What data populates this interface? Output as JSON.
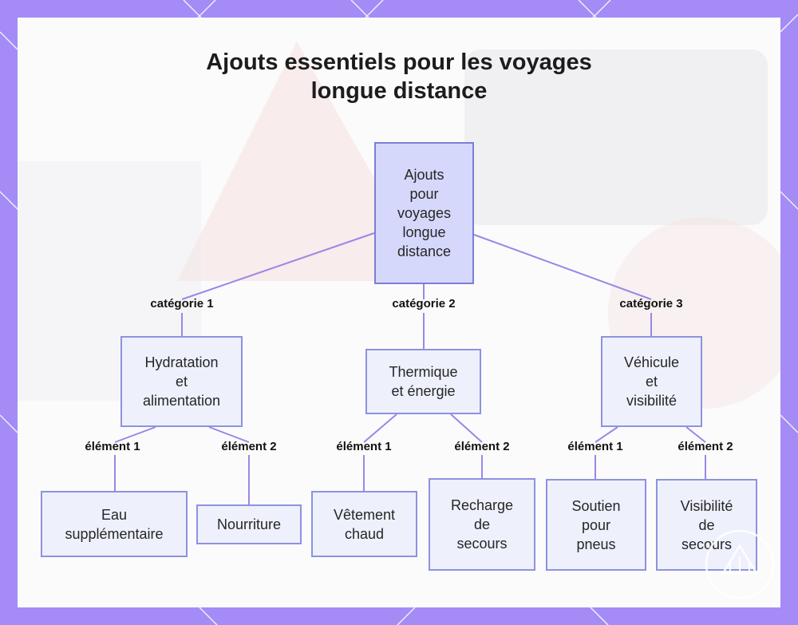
{
  "title_lines": [
    "Ajouts essentiels pour les voyages",
    "longue distance"
  ],
  "root": {
    "label": "Ajouts\npour\nvoyages\nlongue\ndistance"
  },
  "categories": [
    {
      "edge_label": "catégorie 1",
      "label": "Hydratation\net\nalimentation",
      "items": [
        {
          "edge_label": "élément 1",
          "label": "Eau\nsupplémentaire"
        },
        {
          "edge_label": "élément 2",
          "label": "Nourriture"
        }
      ]
    },
    {
      "edge_label": "catégorie 2",
      "label": "Thermique\net énergie",
      "items": [
        {
          "edge_label": "élément 1",
          "label": "Vêtement\nchaud"
        },
        {
          "edge_label": "élément 2",
          "label": "Recharge\nde\nsecours"
        }
      ]
    },
    {
      "edge_label": "catégorie 3",
      "label": "Véhicule\net\nvisibilité",
      "items": [
        {
          "edge_label": "élément 1",
          "label": "Soutien\npour\npneus"
        },
        {
          "edge_label": "élément 2",
          "label": "Visibilité\nde\nsecours"
        }
      ]
    }
  ],
  "colors": {
    "frame": "#a48bf5",
    "edge": "#9b86e8",
    "node_fill": "#eef1fc",
    "root_fill": "#d5d8fb",
    "node_border": "#8d92e0"
  }
}
